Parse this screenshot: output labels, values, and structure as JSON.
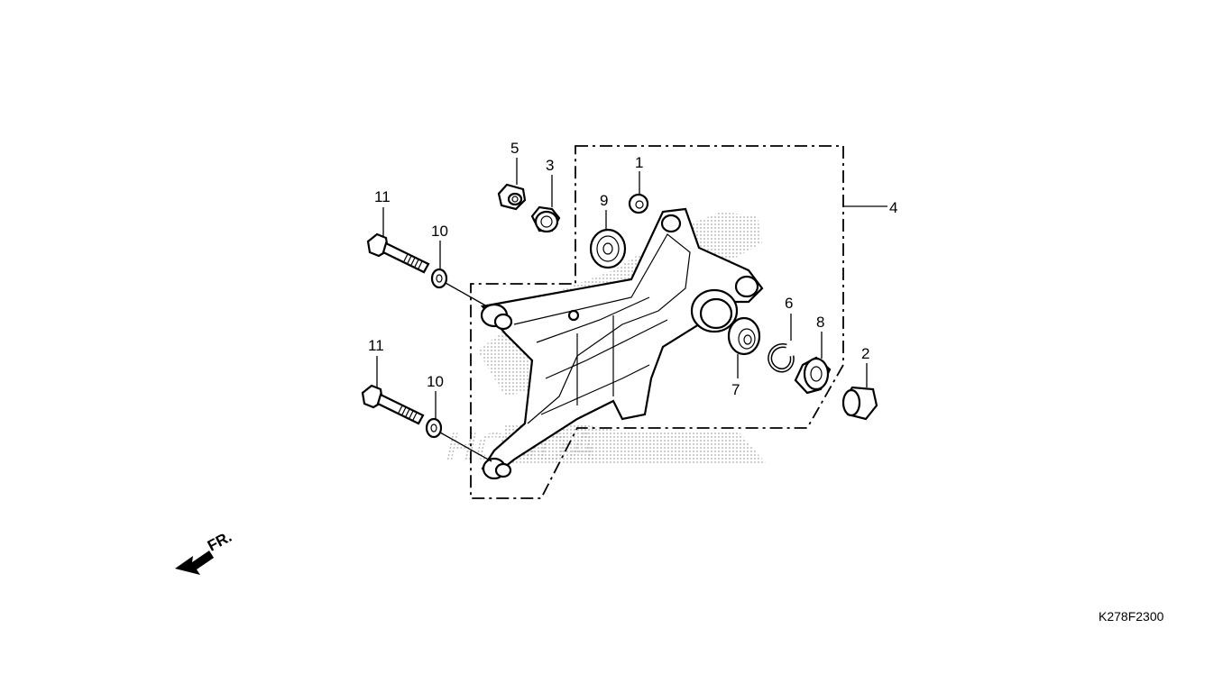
{
  "diagram": {
    "callouts": [
      "1",
      "2",
      "3",
      "4",
      "5",
      "6",
      "7",
      "8",
      "9",
      "10",
      "10",
      "11",
      "11"
    ],
    "watermark": "HONDA",
    "front_marker": "FR.",
    "figure_code": "K278F2300"
  }
}
